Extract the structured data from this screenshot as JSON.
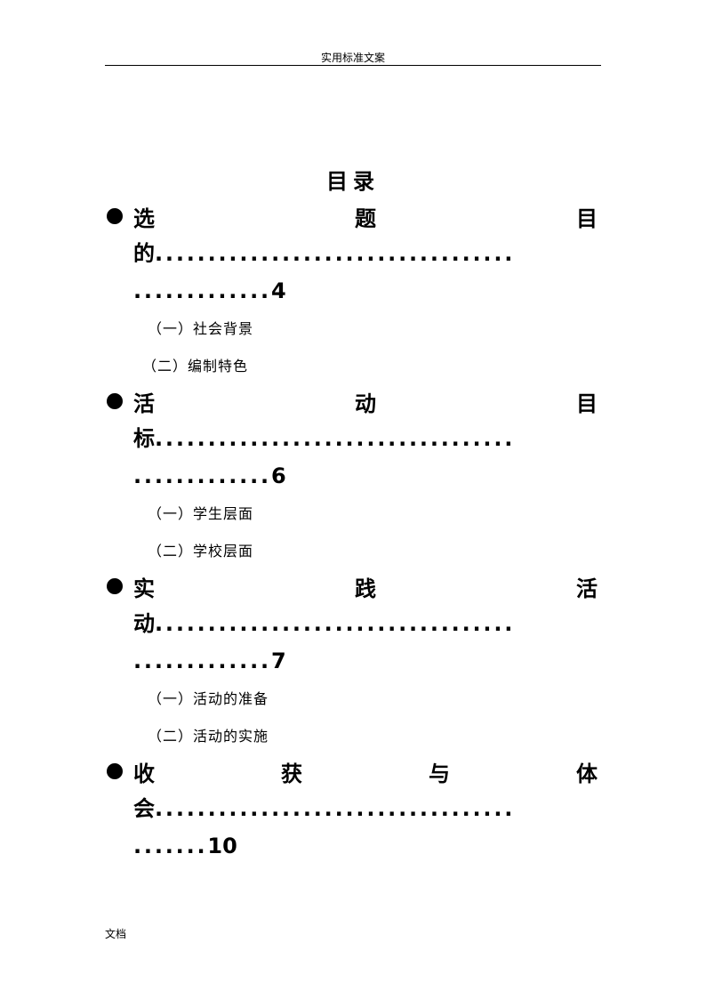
{
  "header": {
    "title": "实用标准文案"
  },
  "toc_title": "目录",
  "sections": [
    {
      "chars": [
        "选",
        "题",
        "目"
      ],
      "last_char": "的",
      "dots_line1": "..................................",
      "dots_line2": ".............",
      "page": "4",
      "subs": [
        "（一）社会背景",
        "（二）编制特色"
      ]
    },
    {
      "chars": [
        "活",
        "动",
        "目"
      ],
      "last_char": "标",
      "dots_line1": "..................................",
      "dots_line2": ".............",
      "page": "6",
      "subs": [
        "（一）学生层面",
        "（二）学校层面"
      ]
    },
    {
      "chars": [
        "实",
        "践",
        "活"
      ],
      "last_char": "动",
      "dots_line1": "..................................",
      "dots_line2": ".............",
      "page": "7",
      "subs": [
        "（一）活动的准备",
        "（二）活动的实施"
      ]
    },
    {
      "chars": [
        "收",
        "获",
        "与",
        "体"
      ],
      "last_char": "会",
      "dots_line1": "..................................",
      "dots_line2": ".......",
      "page": "10",
      "subs": []
    }
  ],
  "footer": {
    "label": "文档"
  }
}
